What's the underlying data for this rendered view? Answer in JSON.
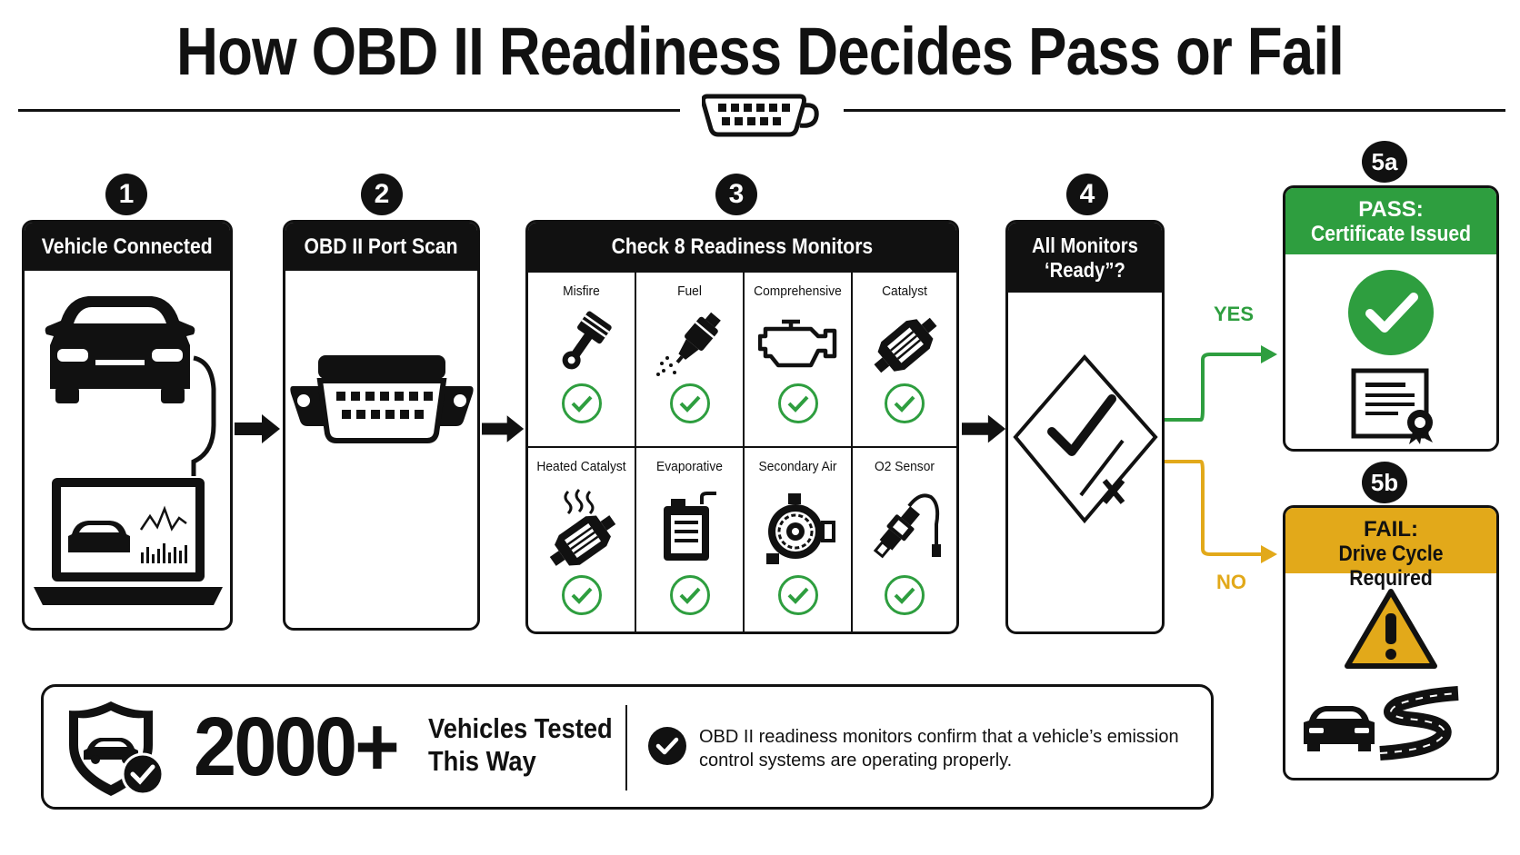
{
  "title": "How OBD II Readiness Decides Pass or Fail",
  "steps": [
    {
      "badge": "1",
      "title": "Vehicle Connected"
    },
    {
      "badge": "2",
      "title": "OBD II Port Scan"
    },
    {
      "badge": "3",
      "title": "Check 8 Readiness Monitors"
    },
    {
      "badge": "4",
      "title_line1": "All Monitors",
      "title_line2": "‘Ready”?"
    }
  ],
  "monitors": [
    {
      "label": "Misfire",
      "icon": "piston-icon"
    },
    {
      "label": "Fuel",
      "icon": "fuel-injector-icon"
    },
    {
      "label": "Comprehensive",
      "icon": "engine-icon"
    },
    {
      "label": "Catalyst",
      "icon": "catalytic-converter-icon"
    },
    {
      "label": "Heated Catalyst",
      "icon": "heated-catalyst-icon"
    },
    {
      "label": "Evaporative",
      "icon": "fuel-canister-icon"
    },
    {
      "label": "Secondary Air",
      "icon": "air-pump-icon"
    },
    {
      "label": "O2 Sensor",
      "icon": "oxygen-sensor-icon"
    }
  ],
  "branches": {
    "yes": "YES",
    "no": "NO"
  },
  "pass": {
    "badge": "5a",
    "line1": "PASS:",
    "line2": "Certificate Issued"
  },
  "fail": {
    "badge": "5b",
    "line1": "FAIL:",
    "line2": "Drive Cycle Required"
  },
  "stats": {
    "number": "2000+",
    "label_line1": "Vehicles Tested",
    "label_line2": "This Way",
    "note": "OBD II readiness monitors confirm that a vehicle’s emission control systems are operating properly."
  },
  "colors": {
    "pass": "#2e9e3f",
    "fail": "#e2a91a",
    "ink": "#111111"
  }
}
